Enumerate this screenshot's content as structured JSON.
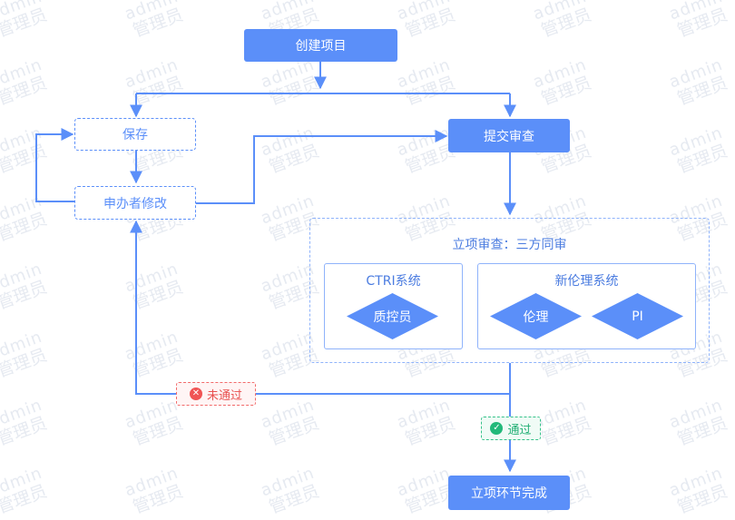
{
  "watermark": {
    "line1": "admin",
    "line2": "管理员"
  },
  "colors": {
    "primary": "#5b8ff9",
    "reject": "#f05454",
    "pass": "#22b97a"
  },
  "nodes": {
    "create_project": "创建项目",
    "save": "保存",
    "sponsor_modify": "申办者修改",
    "submit_review": "提交审查",
    "complete": "立项环节完成"
  },
  "review_group": {
    "title": "立项审查：三方同审",
    "ctri": {
      "title": "CTRI系统",
      "role": "质控员"
    },
    "ethics": {
      "title": "新伦理系统",
      "roles": [
        "伦理",
        "PI"
      ]
    }
  },
  "badges": {
    "reject": {
      "label": "未通过",
      "icon": "close-circle-icon"
    },
    "pass": {
      "label": "通过",
      "icon": "check-circle-icon"
    }
  }
}
